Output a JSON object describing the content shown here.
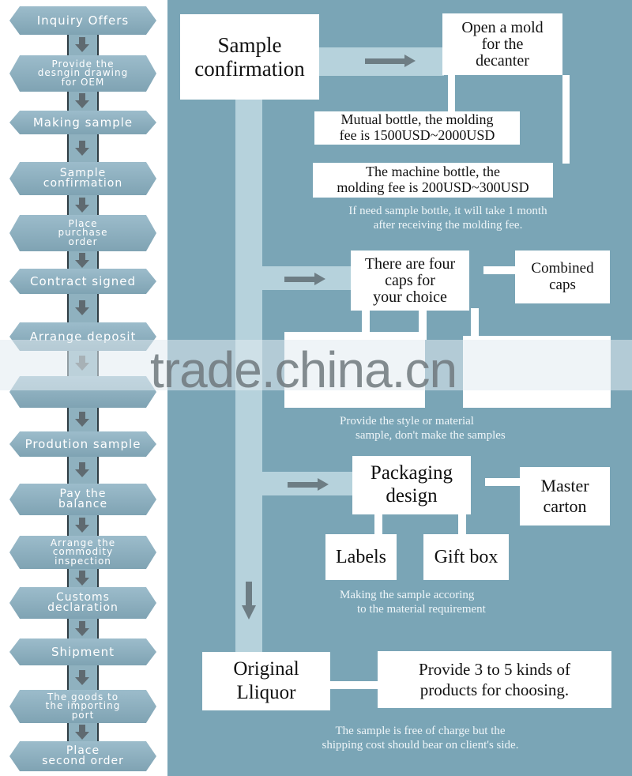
{
  "left_steps": [
    {
      "lines": [
        "Inquiry Offers"
      ]
    },
    {
      "lines": [
        "Provide the",
        "desngin drawing",
        "for OEM"
      ]
    },
    {
      "lines": [
        "Making sample"
      ]
    },
    {
      "lines": [
        "Sample",
        "confirmation"
      ]
    },
    {
      "lines": [
        "Place",
        "purchase",
        "order"
      ]
    },
    {
      "lines": [
        "Contract signed"
      ]
    },
    {
      "lines": [
        "Arrange deposit"
      ]
    },
    {
      "lines": [
        ""
      ]
    },
    {
      "lines": [
        "Prodution sample"
      ]
    },
    {
      "lines": [
        "Pay the",
        "balance"
      ]
    },
    {
      "lines": [
        "Arrange the",
        "commodity",
        "inspection"
      ]
    },
    {
      "lines": [
        "Customs",
        "declaration"
      ]
    },
    {
      "lines": [
        "Shipment"
      ]
    },
    {
      "lines": [
        "The goods to",
        "the importing",
        "port"
      ]
    },
    {
      "lines": [
        "Place",
        "second order"
      ]
    }
  ],
  "flow": {
    "sample_confirmation": [
      "Sample",
      "confirmation"
    ],
    "open_mold": [
      "Open a mold",
      "for the",
      "decanter"
    ],
    "mutual_bottle": [
      "Mutual bottle, the molding",
      "fee is 1500USD~2000USD"
    ],
    "machine_bottle": [
      "The machine bottle, the",
      "molding fee is 200USD~300USD"
    ],
    "mold_note": [
      "If need sample bottle, it will take 1 month",
      "after receiving the molding fee."
    ],
    "four_caps": [
      "There are four",
      "caps for",
      "your choice"
    ],
    "combined_caps": [
      "Combined",
      "caps"
    ],
    "caps_note": [
      "Provide the style or material",
      "sample, don't make the samples"
    ],
    "packaging_design": [
      "Packaging",
      "design"
    ],
    "master_carton": [
      "Master",
      "carton"
    ],
    "labels": "Labels",
    "gift_box": "Gift box",
    "packaging_note": [
      "Making the sample accoring",
      "to the material requirement"
    ],
    "original_liquor": [
      "Original",
      "Lliquor"
    ],
    "provide_products": [
      "Provide 3 to 5 kinds of",
      "products for choosing."
    ],
    "final_note": [
      "The sample is free of charge but the",
      "shipping cost should bear on client's side."
    ]
  },
  "watermark": "trade.china.cn",
  "colors": {
    "panel_bg": "#7aa5b6",
    "track": "#b6d2dc",
    "arrow": "#6d7d84",
    "step_fill": "#8fb1bf"
  }
}
